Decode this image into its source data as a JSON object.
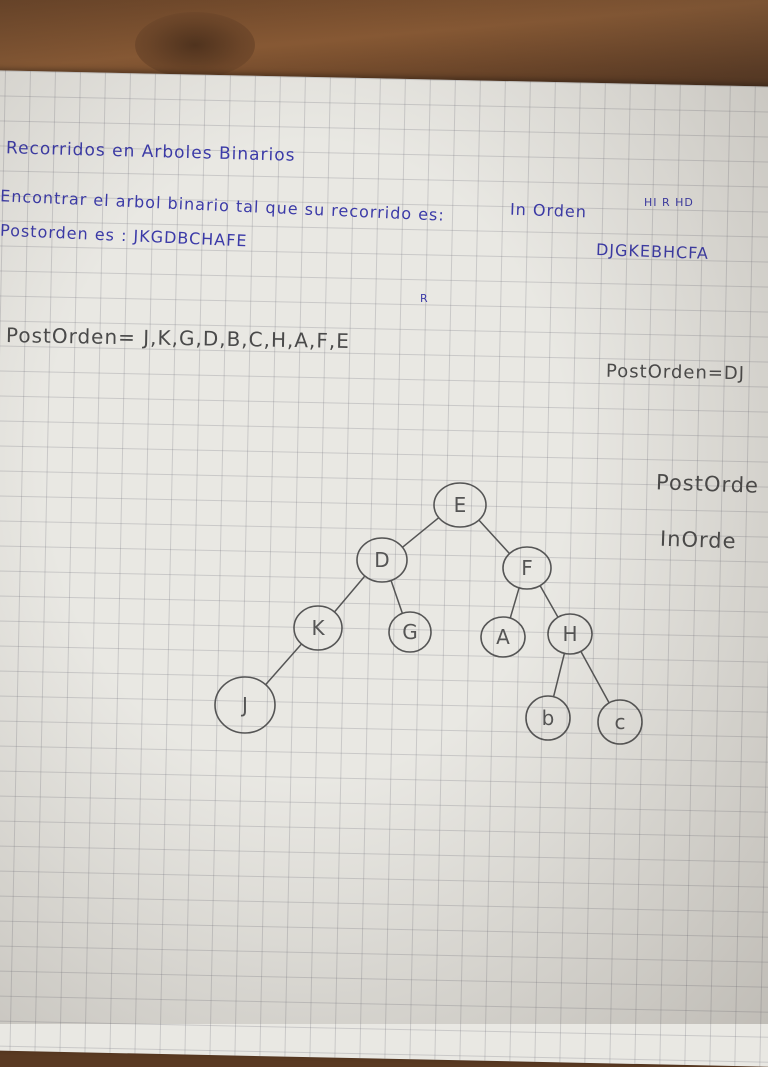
{
  "title": "Recorridos en Arboles Binarios",
  "problem": {
    "line1": "Encontrar el arbol binario tal que su recorrido es:",
    "line2": "Postorden es : JKGDBCHAFE",
    "r_marker": "R"
  },
  "inorden": {
    "label": "In Orden",
    "markers": "HI  R  HD",
    "sequence": "DJGKEBHCFA"
  },
  "postorden_line": "PostOrden= J,K,G,D,B,C,H,A,F,E",
  "right_column": {
    "postorden_partial": "PostOrden=DJ",
    "postorden_word": "PostOrde",
    "inorden_word": "InOrde"
  },
  "tree": {
    "nodes": [
      {
        "id": "E",
        "label": "E"
      },
      {
        "id": "D",
        "label": "D"
      },
      {
        "id": "F",
        "label": "F"
      },
      {
        "id": "K",
        "label": "K"
      },
      {
        "id": "G",
        "label": "G"
      },
      {
        "id": "A",
        "label": "A"
      },
      {
        "id": "H",
        "label": "H"
      },
      {
        "id": "J",
        "label": "J"
      },
      {
        "id": "B",
        "label": "b"
      },
      {
        "id": "C",
        "label": "c"
      }
    ],
    "edges": [
      [
        "E",
        "D"
      ],
      [
        "E",
        "F"
      ],
      [
        "D",
        "K"
      ],
      [
        "D",
        "G"
      ],
      [
        "F",
        "A"
      ],
      [
        "F",
        "H"
      ],
      [
        "K",
        "J"
      ],
      [
        "H",
        "B"
      ],
      [
        "H",
        "C"
      ]
    ]
  }
}
